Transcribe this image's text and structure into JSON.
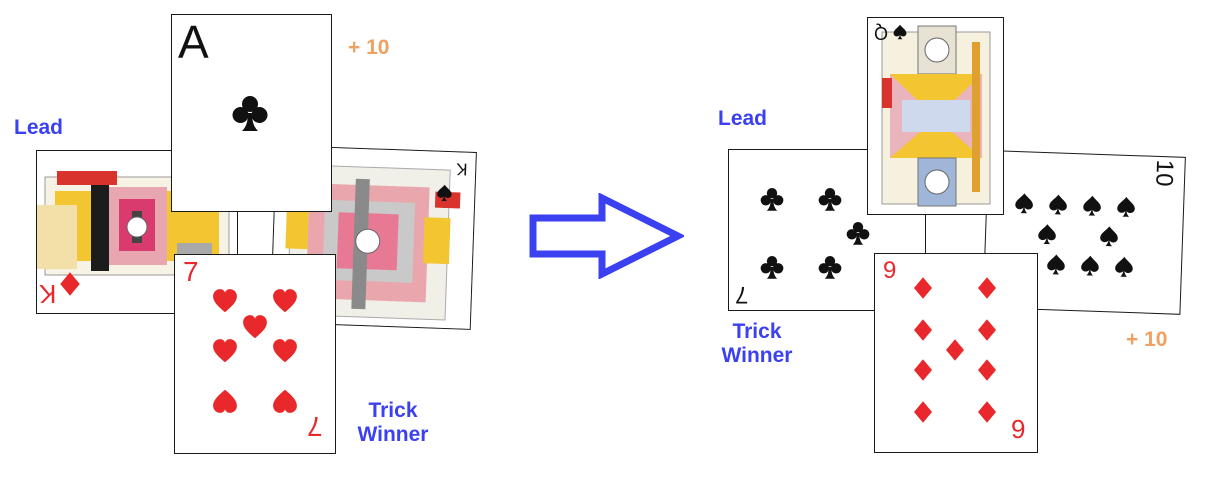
{
  "colors": {
    "label_blue": "#3b40f0",
    "points_orange": "#f0a060",
    "red_suit": "#e8282a",
    "black_suit": "#111111",
    "arrow": "#3b40f0"
  },
  "left_trick": {
    "lead_label": "Lead",
    "points_label": "+ 10",
    "winner_line1": "Trick",
    "winner_line2": "Winner",
    "cards": {
      "king_diamonds": {
        "rank": "K",
        "suit": "diamond-icon"
      },
      "ace_clubs": {
        "rank": "A",
        "suit": "club-icon"
      },
      "king_spades": {
        "rank": "K",
        "suit": "spade-icon"
      },
      "seven_hearts": {
        "rank": "7",
        "suit": "heart-icon"
      }
    }
  },
  "right_trick": {
    "lead_label": "Lead",
    "points_label": "+ 10",
    "winner_line1": "Trick",
    "winner_line2": "Winner",
    "cards": {
      "seven_clubs": {
        "rank": "7",
        "suit": "club-icon"
      },
      "queen_spades": {
        "rank": "Q",
        "suit": "spade-icon"
      },
      "ten_spades": {
        "rank": "10",
        "suit": "spade-icon"
      },
      "nine_diamonds": {
        "rank": "9",
        "suit": "diamond-icon"
      }
    }
  },
  "transition_arrow": {
    "icon": "right-arrow-icon"
  }
}
